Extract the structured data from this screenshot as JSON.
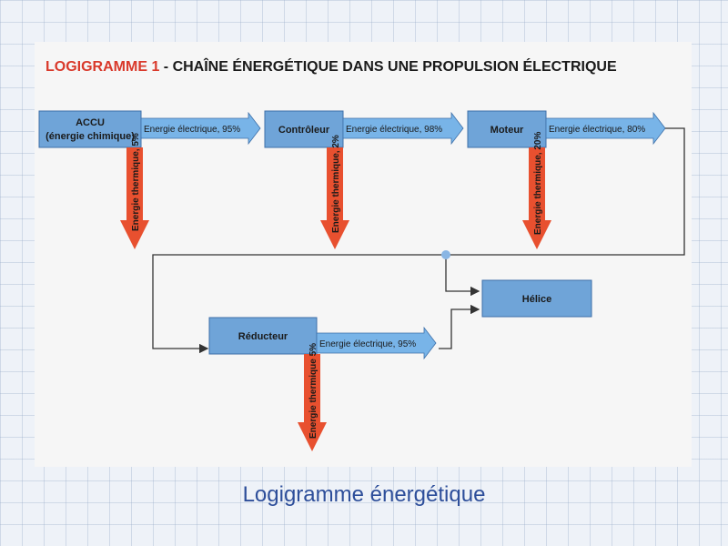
{
  "diagram": {
    "title_part1": "LOGIGRAMME 1",
    "title_sep": " - ",
    "title_part2": "CHAÎNE ÉNERGÉTIQUE DANS UNE PROPULSION ÉLECTRIQUE",
    "nodes": {
      "accu_line1": "ACCU",
      "accu_line2": "(énergie chimique)",
      "controleur": "Contrôleur",
      "moteur": "Moteur",
      "helice": "Hélice",
      "reducteur": "Réducteur"
    },
    "flows": {
      "accu_to_controleur": "Energie électrique, 95%",
      "controleur_to_moteur": "Energie électrique, 98%",
      "moteur_out": "Energie électrique, 80%",
      "reducteur_out": "Energie électrique, 95%"
    },
    "losses": {
      "accu": "Energie thermique, 5%",
      "controleur": "Energie thermique, 2%",
      "moteur": "Energie thermique, 20%",
      "reducteur": "Energie thermique 5%"
    },
    "colors": {
      "title_accent": "#d9392b",
      "box_fill": "#6fa4d8",
      "flow_arrow": "#78b4e8",
      "loss_arrow": "#e8502f",
      "caption": "#2d4e9a"
    }
  },
  "caption": "Logigramme énergétique"
}
